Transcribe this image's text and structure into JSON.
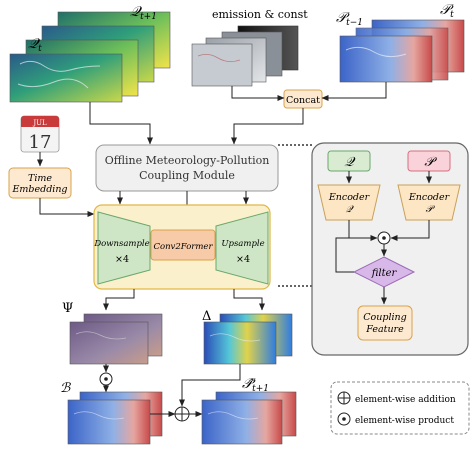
{
  "labels": {
    "q_t": "𝒬",
    "q_t_sub": "t",
    "q_t1": "𝒬",
    "q_t1_sub": "t+1",
    "emission": "emission & const",
    "p_tminus": "𝒫",
    "p_tminus_sub": "t−1",
    "p_t": "𝒫",
    "p_t_sub": "t",
    "concat": "Concat",
    "calendar_month": "JUL",
    "calendar_day": "17",
    "time_embedding_line1": "Time",
    "time_embedding_line2": "Embedding",
    "coupling_module_line1": "Offline Meteorology-Pollution",
    "coupling_module_line2": "Coupling Module",
    "downsample": "Downsample",
    "downsample_factor": "×4",
    "conv2former": "Conv2Former",
    "upsample": "Upsample",
    "upsample_factor": "×4",
    "psi": "Ψ",
    "delta": "Δ",
    "b": "ℬ",
    "p_hat": "𝒫̂",
    "p_hat_sub": "t+1",
    "detail_q": "𝒬",
    "detail_p": "𝒫",
    "encoder_q_line1": "Encoder",
    "encoder_q_line2": "𝒬",
    "encoder_p_line1": "Encoder",
    "encoder_p_line2": "𝒫",
    "filter": "filter",
    "coupling_feature_line1": "Coupling",
    "coupling_feature_line2": "Feature",
    "legend_addition": "element-wise addition",
    "legend_product": "element-wise product"
  },
  "colors": {
    "green_box": "#d9ecd2",
    "green_border": "#6aa86a",
    "pink_box": "#f9d3d9",
    "pink_border": "#d86f7f",
    "encoder_fill": "#fde6c4",
    "encoder_border": "#c9a15a",
    "filter_fill": "#d7b8e8",
    "filter_border": "#9a6bb5",
    "orange_box": "#fde9cf",
    "orange_border": "#d9a24e",
    "unet_fill": "#fbf0cc",
    "unet_border": "#e0b847",
    "trap_fill": "#cfe6c6",
    "trap_border": "#6aa86a",
    "conv_fill": "#f7cba7",
    "panel_fill": "#f0f0f0",
    "panel_border": "#666666",
    "calendar_red": "#c93b3b"
  },
  "icons": [
    "calendar-icon",
    "plus-circle-icon",
    "dot-circle-icon"
  ]
}
